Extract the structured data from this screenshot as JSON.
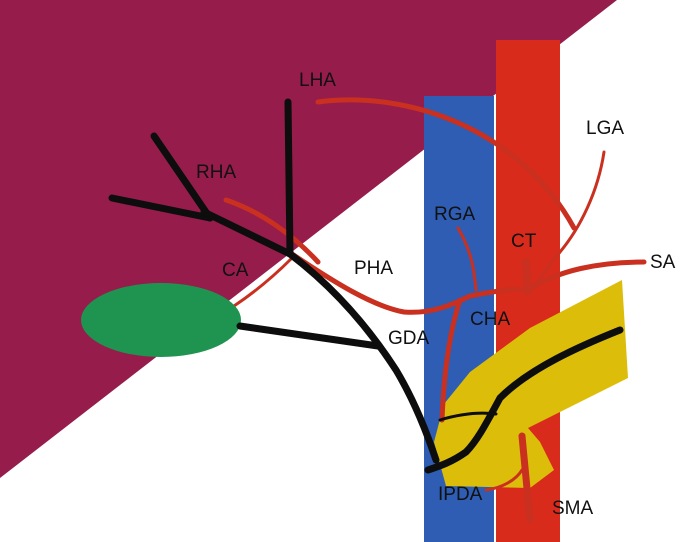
{
  "labels": {
    "lha": "LHA",
    "lga": "LGA",
    "rha": "RHA",
    "rga": "RGA",
    "ct": "CT",
    "sa": "SA",
    "ca": "CA",
    "pha": "PHA",
    "cha": "CHA",
    "gda": "GDA",
    "ipda": "IPDA",
    "sma": "SMA"
  },
  "colors": {
    "liver": "#961c4b",
    "portal_vein": "#2e5db3",
    "aorta": "#d92b1c",
    "artery": "#c9301f",
    "bile_duct": "#0d0d0d",
    "pancreas": "#dcbd0a",
    "gallbladder": "#1f9450"
  }
}
